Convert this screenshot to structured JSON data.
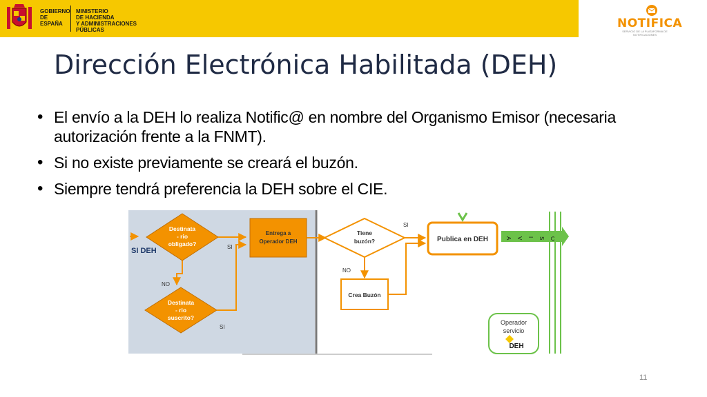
{
  "header": {
    "gov_line1": "GOBIERNO",
    "gov_line2": "DE ESPAÑA",
    "ministry_line1": "MINISTERIO",
    "ministry_line2": "DE HACIENDA",
    "ministry_line3": "Y ADMINISTRACIONES PÚBLICAS",
    "logo_text": "NOTIFICA",
    "logo_tagline": "SERVICIO DE LA PLATAFORMA DE NOTIFICACIONES"
  },
  "slide": {
    "title": "Dirección Electrónica Habilitada (DEH)",
    "bullets": [
      "El envío a la DEH lo realiza Notific@ en nombre del Organismo Emisor (necesaria autorización frente a la FNMT).",
      "Si no existe previamente se creará el buzón.",
      "Siempre tendrá preferencia la DEH sobre el CIE."
    ],
    "page_number": "11"
  },
  "flowchart": {
    "si_deh": "SI DEH",
    "d1_line1": "Destinata",
    "d1_line2": "- rio",
    "d1_line3": "obligado?",
    "d2_line1": "Destinata",
    "d2_line2": "- rio",
    "d2_line3": "suscrito?",
    "d3_line1": "Tiene",
    "d3_line2": "buzón?",
    "entrega_line1": "Entrega a",
    "entrega_line2": "Operador DEH",
    "crea_buzon": "Crea Buzón",
    "publica": "Publica en DEH",
    "aviso": [
      "A",
      "V",
      "I",
      "S",
      "O"
    ],
    "operador_line1": "Operador",
    "operador_line2": "servicio",
    "operador_line3": "DEH",
    "si": "SI",
    "no": "NO",
    "colors": {
      "orange": "#f39200",
      "panel_blue": "#cfd8e3",
      "green": "#6cc24a"
    }
  }
}
